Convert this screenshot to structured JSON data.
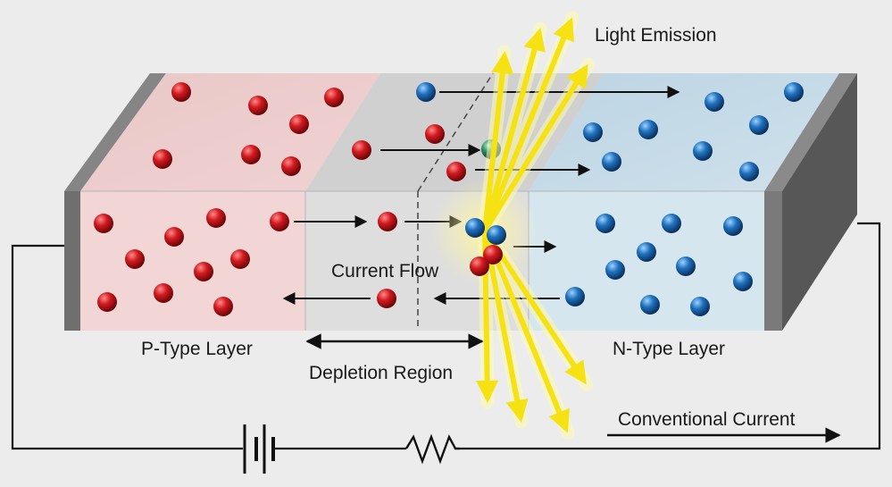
{
  "labels": {
    "light_emission": "Light Emission",
    "current_flow": "Current Flow",
    "p_type_layer": "P-Type Layer",
    "n_type_layer": "N-Type Layer",
    "depletion_region": "Depletion Region",
    "conventional_current": "Conventional Current"
  },
  "colors": {
    "background": "#ececec",
    "p_region": "#f1d3d3",
    "n_region": "#d3e4ee",
    "depletion": "#d5d5d5",
    "hole_red": "#c8161c",
    "electron_blue": "#1e6fb8",
    "light_yellow": "#f4e214",
    "wire": "#111111"
  },
  "icons": [
    "battery-symbol",
    "resistor-symbol",
    "arrow-icon"
  ]
}
